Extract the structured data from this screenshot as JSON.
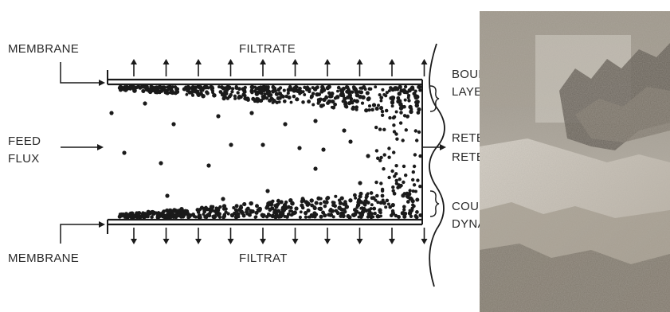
{
  "labels": {
    "membrane_top": "MEMBRANE",
    "filtrate_top": "FILTRATE",
    "feed": "FEED",
    "flux": "FLUX",
    "membrane_bottom": "MEMBRANE",
    "filtrat_bottom": "FILTRAT",
    "boundary": "BOUNDARY",
    "layer": "LAYER",
    "retentate": "RETENTATE",
    "retentat": "RETENTAT",
    "couche": "COUCHE",
    "dynamique": "DYNAMIQUE"
  },
  "colors": {
    "ink": "#1a1a1a",
    "label": "#2a2a2a",
    "photo_base": "#b9b2a6"
  },
  "icons": {
    "filtrate_arrow": "arrow-up-icon",
    "filtrat_arrow": "arrow-down-icon",
    "membrane_pointer": "arrow-right-icon"
  },
  "figure": {
    "filtrate_arrow_count": 10,
    "filtrat_arrow_count": 10,
    "photo": "membrane-micrograph"
  }
}
